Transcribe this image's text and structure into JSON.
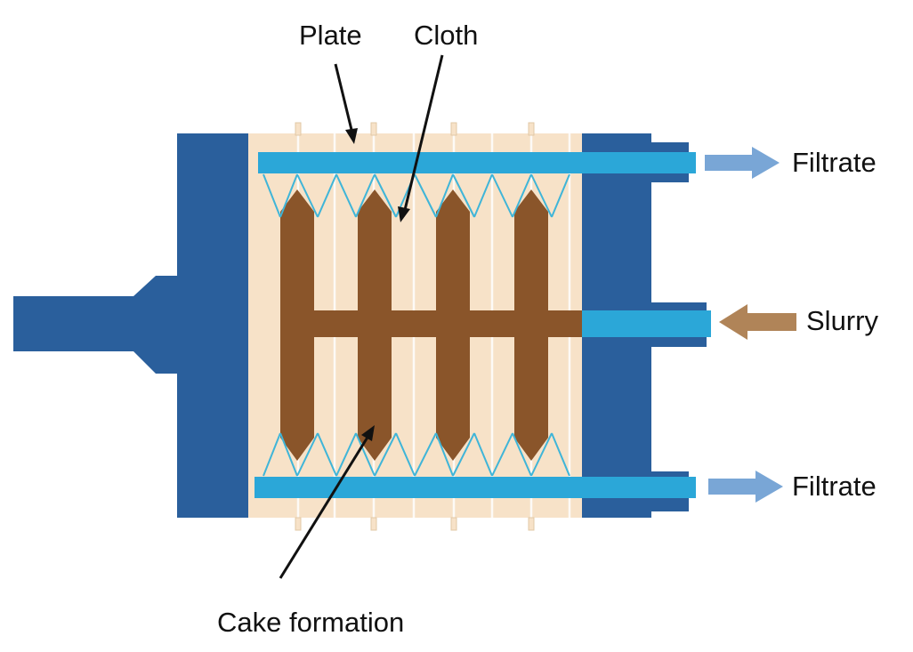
{
  "diagram": {
    "title": "",
    "labels": {
      "plate": "Plate",
      "cloth": "Cloth",
      "filtrate_top": "Filtrate",
      "slurry": "Slurry",
      "filtrate_bottom": "Filtrate",
      "cake_formation": "Cake formation"
    },
    "colors": {
      "frame": "#2a5f9c",
      "chamber": "#f7e2c8",
      "cake": "#8a552a",
      "pipe": "#2ba7d8",
      "filtrate_arrow": "#79a6d6",
      "slurry_arrow": "#b08458",
      "cloth_line": "#3fb5d8",
      "pointer": "#111111"
    },
    "component_count": {
      "cake_fingers": 4
    }
  }
}
